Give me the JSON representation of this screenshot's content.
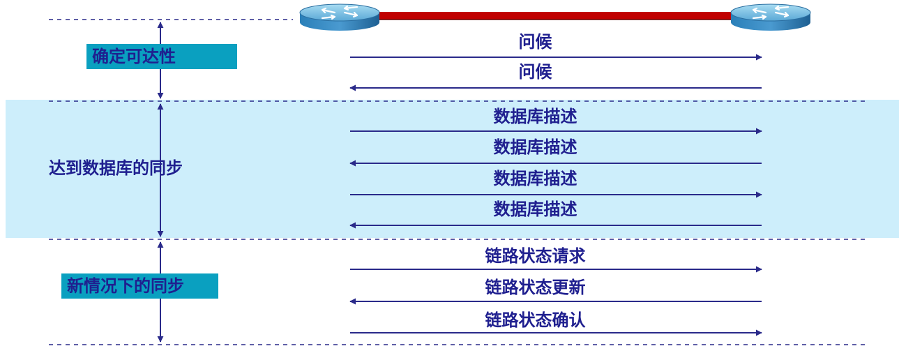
{
  "phases": {
    "reachability": "确定可达性",
    "db_sync": "达到数据库的同步",
    "new_sync": "新情况下的同步"
  },
  "messages": [
    {
      "label": "问候",
      "direction": "right"
    },
    {
      "label": "问候",
      "direction": "left"
    },
    {
      "label": "数据库描述",
      "direction": "right"
    },
    {
      "label": "数据库描述",
      "direction": "left"
    },
    {
      "label": "数据库描述",
      "direction": "right"
    },
    {
      "label": "数据库描述",
      "direction": "left"
    },
    {
      "label": "链路状态请求",
      "direction": "right"
    },
    {
      "label": "链路状态更新",
      "direction": "left"
    },
    {
      "label": "链路状态确认",
      "direction": "right"
    }
  ],
  "colors": {
    "arrow": "#2a2a8a",
    "text": "#1f1f8f",
    "phase_box": "#0aa0c0",
    "sync_band": "#cdeefb",
    "link": "#c00000",
    "router_top": "#7ec3e6",
    "router_side": "#1f6fa8"
  },
  "icons": {
    "router": "router-icon"
  }
}
